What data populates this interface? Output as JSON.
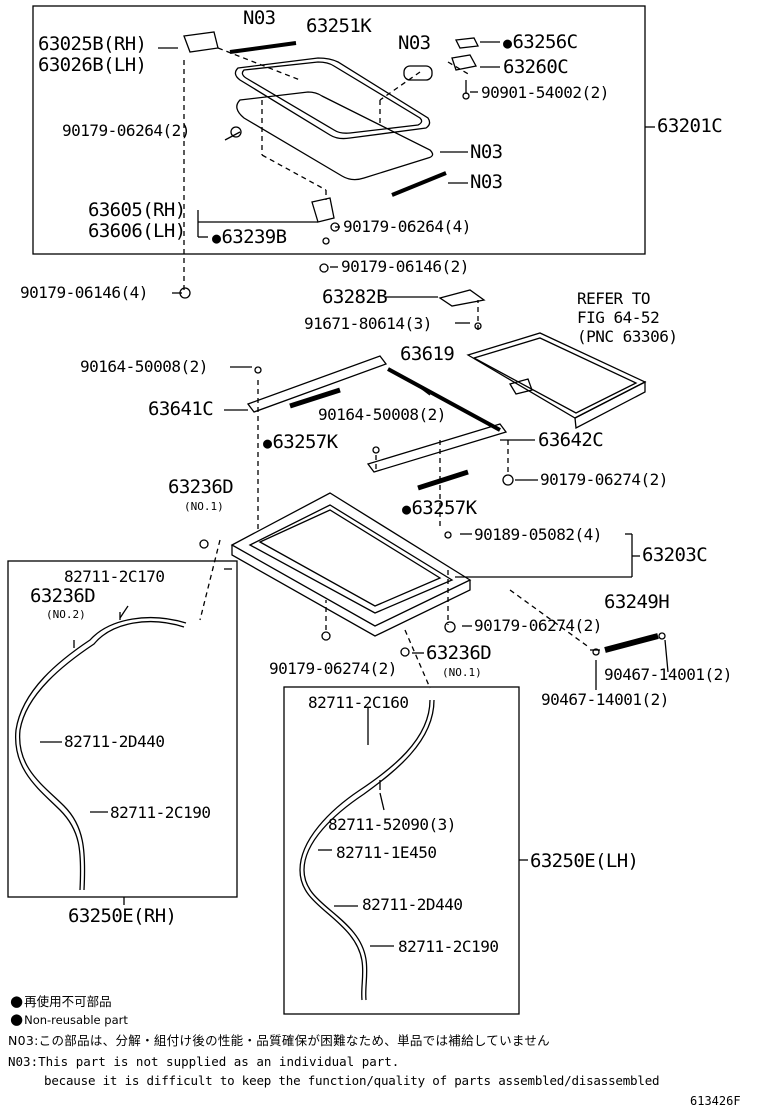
{
  "labels": {
    "n03_a": "N03",
    "p63251k": "63251K",
    "n03_b": "N03",
    "p63025b": "63025B(RH)",
    "p63026b": "63026B(LH)",
    "p63256c": "63256C",
    "p63260c": "63260C",
    "p90901": "90901-54002(2)",
    "p90179_06264_2": "90179-06264(2)",
    "p63201c": "63201C",
    "n03_c": "N03",
    "n03_d": "N03",
    "p63605": "63605(RH)",
    "p63606": "63606(LH)",
    "p63239b": "63239B",
    "p90179_06264_4": "90179-06264(4)",
    "p90179_06146_2": "90179-06146(2)",
    "p90179_06146_4": "90179-06146(4)",
    "p63282b": "63282B",
    "refer1": "REFER TO",
    "refer2": "FIG 64-52",
    "refer3": "(PNC 63306)",
    "p91671": "91671-80614(3)",
    "p90164_a": "90164-50008(2)",
    "p63619": "63619",
    "p63641c": "63641C",
    "p90164_b": "90164-50008(2)",
    "p63257k_a": "63257K",
    "p63642c": "63642C",
    "p90179_06274_a": "90179-06274(2)",
    "p63236d_a": "63236D",
    "no1_a": "(NO.1)",
    "p63257k_b": "63257K",
    "p90189": "90189-05082(4)",
    "p63203c": "63203C",
    "p82711_2c170": "82711-2C170",
    "p63236d_b": "63236D",
    "no2": "(NO.2)",
    "p63249h": "63249H",
    "p90179_06274_b": "90179-06274(2)",
    "p90467_a": "90467-14001(2)",
    "p90179_06274_c": "90179-06274(2)",
    "p63236d_c": "63236D",
    "no1_b": "(NO.1)",
    "p90467_b": "90467-14001(2)",
    "p82711_2c160": "82711-2C160",
    "p82711_2d440_a": "82711-2D440",
    "p82711_52090": "82711-52090(3)",
    "p82711_1e450": "82711-1E450",
    "p63250e_lh": "63250E(LH)",
    "p82711_2c190_a": "82711-2C190",
    "p82711_2d440_b": "82711-2D440",
    "p63250e_rh": "63250E(RH)",
    "p82711_2c190_b": "82711-2C190"
  },
  "notes": {
    "legend_jp": "再使用不可部品",
    "legend_en": "Non-reusable part",
    "n03_jp": "N03:この部品は、分解・組付け後の性能・品質確保が困難なため、単品では補給していません",
    "n03_en1": "N03:This part is not supplied as an individual part.",
    "n03_en2": "because it is difficult to keep the function/quality of parts assembled/disassembled",
    "figure_id": "613426F"
  }
}
